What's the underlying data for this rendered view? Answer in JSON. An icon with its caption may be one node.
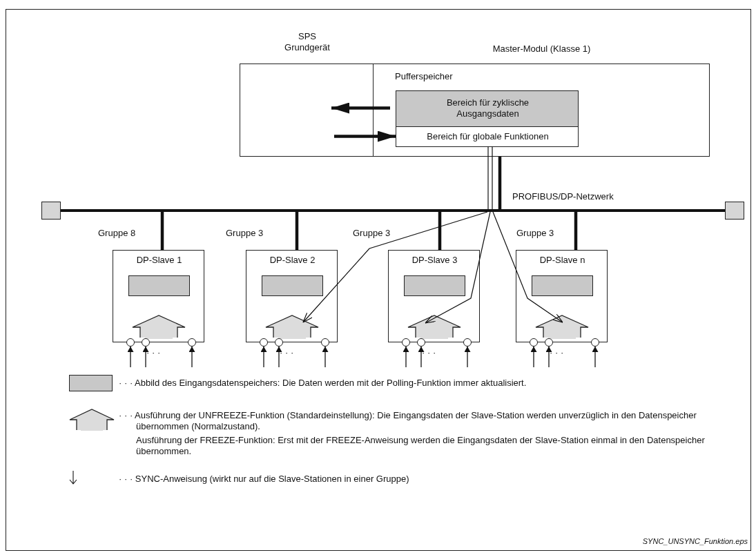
{
  "diagram": {
    "nodes": [
      {
        "text": [
          "SPS Grundgerät"
        ]
      },
      {
        "text": [
          "Master-Modul (Klasse 1)",
          "Pufferspeicher"
        ]
      },
      {
        "text": [
          "Bereich für zyklische Ausgangsdaten"
        ],
        "in": 1
      },
      {
        "text": [
          "Bereich für globale Funktionen"
        ],
        "in": 1
      },
      {
        "text": [],
        "shape": "box"
      },
      {
        "text": [],
        "shape": "bar",
        "beside": [
          "PROFIBUS/DP-Netzwerk"
        ]
      },
      {
        "text": [],
        "shape": "box"
      },
      {
        "text": [
          "DP-Slave 1"
        ],
        "beside": [
          "Gruppe 8"
        ]
      },
      {
        "text": [],
        "shape": "box",
        "in": 7
      },
      {
        "text": [],
        "shape": "arrow",
        "in": 7
      },
      {
        "text": [],
        "shape": "circle"
      },
      {
        "text": [],
        "shape": "circle"
      },
      {
        "text": [],
        "shape": "circle"
      },
      {
        "text": [
          "DP-Slave 2"
        ],
        "beside": [
          "Gruppe 3"
        ]
      },
      {
        "text": [],
        "shape": "box",
        "in": 13
      },
      {
        "text": [],
        "shape": "arrow",
        "in": 13
      },
      {
        "text": [],
        "shape": "circle"
      },
      {
        "text": [],
        "shape": "circle"
      },
      {
        "text": [],
        "shape": "circle"
      },
      {
        "text": [
          "DP-Slave 3"
        ],
        "beside": [
          "Gruppe 3"
        ]
      },
      {
        "text": [],
        "shape": "box",
        "in": 19
      },
      {
        "text": [],
        "shape": "arrow",
        "in": 19
      },
      {
        "text": [],
        "shape": "circle"
      },
      {
        "text": [],
        "shape": "circle"
      },
      {
        "text": [],
        "shape": "circle"
      },
      {
        "text": [
          "DP-Slave n"
        ],
        "beside": [
          "Gruppe 3"
        ]
      },
      {
        "text": [],
        "shape": "box",
        "in": 25
      },
      {
        "text": [],
        "shape": "arrow",
        "in": 25
      },
      {
        "text": [],
        "shape": "circle"
      },
      {
        "text": [],
        "shape": "circle"
      },
      {
        "text": [],
        "shape": "circle"
      }
    ],
    "edges": [
      {
        "from": 2,
        "to": 0,
        "arrow": "to",
        "style": "thick"
      },
      {
        "from": 0,
        "to": 3,
        "arrow": "to",
        "style": "thick"
      },
      {
        "from": 1,
        "to": 5,
        "arrow": "none",
        "style": "thick"
      },
      {
        "from": 3,
        "to": 5,
        "arrow": "none"
      },
      {
        "from": 7,
        "to": 5,
        "arrow": "none",
        "style": "thick"
      },
      {
        "from": 13,
        "to": 5,
        "arrow": "none",
        "style": "thick"
      },
      {
        "from": 19,
        "to": 5,
        "arrow": "none",
        "style": "thick"
      },
      {
        "from": 25,
        "to": 5,
        "arrow": "none",
        "style": "thick"
      },
      {
        "from": 5,
        "to": 15,
        "arrow": "to"
      },
      {
        "from": 5,
        "to": 21,
        "arrow": "to"
      },
      {
        "from": 5,
        "to": 27,
        "arrow": "to"
      },
      {
        "from": null,
        "to": 10,
        "arrow": "to"
      },
      {
        "from": null,
        "to": 11,
        "arrow": "to"
      },
      {
        "from": null,
        "to": 12,
        "arrow": "to"
      },
      {
        "from": null,
        "to": 16,
        "arrow": "to"
      },
      {
        "from": null,
        "to": 17,
        "arrow": "to"
      },
      {
        "from": null,
        "to": 18,
        "arrow": "to"
      },
      {
        "from": null,
        "to": 22,
        "arrow": "to"
      },
      {
        "from": null,
        "to": 23,
        "arrow": "to"
      },
      {
        "from": null,
        "to": 24,
        "arrow": "to"
      },
      {
        "from": null,
        "to": 28,
        "arrow": "to"
      },
      {
        "from": null,
        "to": 29,
        "arrow": "to"
      },
      {
        "from": null,
        "to": 30,
        "arrow": "to"
      }
    ],
    "labels": [
      "· · ·",
      "· · ·",
      "· · ·",
      "· · ·",
      "SYNC_UNSYNC_Funktion.eps"
    ],
    "legend": [
      {
        "text": "· · · Abbild des Eingangsdatenspeichers: Die Daten werden mit der Polling-Funktion immer aktualisiert.",
        "color": "#c8c8c8"
      },
      {
        "text": "· · · Ausführung der UNFREEZE-Funktion (Standardeinstellung): Die Eingangsdaten der Slave-Station werden unverzüglich in den Datenspeicher übernommen (Normalzustand)."
      },
      {
        "text": "Ausführung der FREEZE-Funktion: Erst mit der FREEZE-Anweisung werden die Eingangsdaten der Slave-Station einmal in den Datenspeicher übernommen."
      },
      {
        "text": "· · · SYNC-Anweisung (wirkt nur auf die Slave-Stationen in einer Gruppe)"
      }
    ]
  }
}
